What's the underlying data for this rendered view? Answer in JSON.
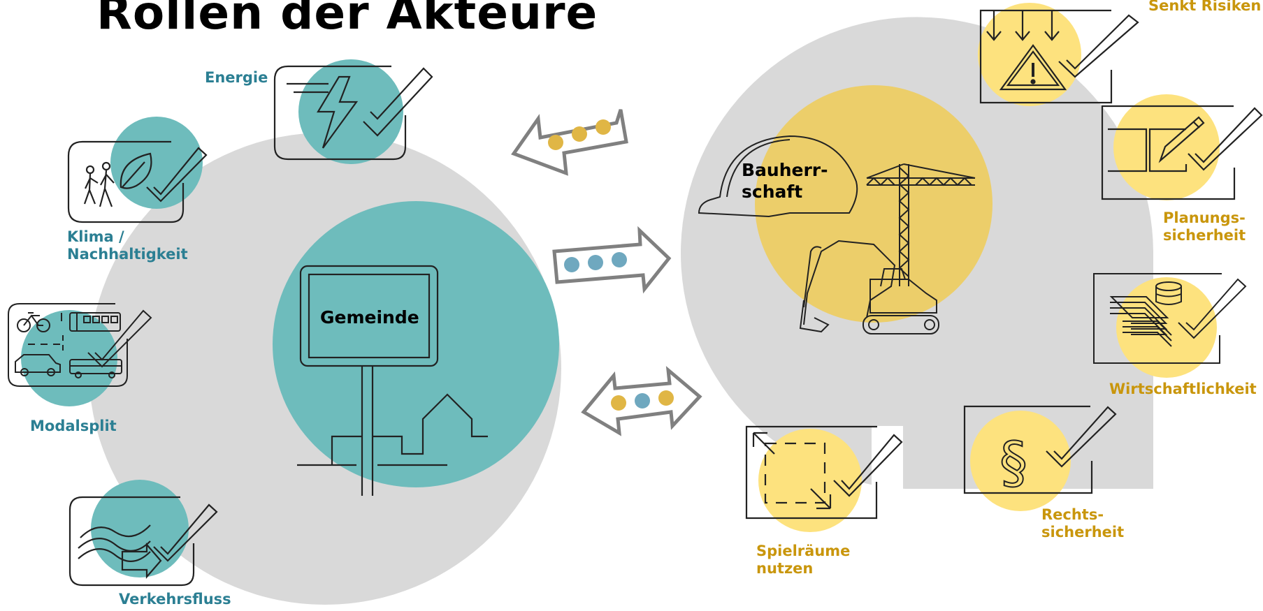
{
  "title": "Rollen der Akteure",
  "colors": {
    "teal_circle": "#6ebcbc",
    "teal_label": "#2b7f93",
    "gold_circle": "#ecce6a",
    "light_gold": "#fde27e",
    "gold_label": "#c9960c",
    "grey_circle": "#d9d9d9",
    "arrow_grey": "#808080",
    "dot_gold": "#e0b645",
    "dot_blue": "#6fa8bf"
  },
  "left": {
    "center_label": "Gemeinde",
    "goals": [
      {
        "label": "Energie",
        "icon": "lightning-icon"
      },
      {
        "label": "Klima / Nachhaltigkeit",
        "icon": "leaf-walkers-icon"
      },
      {
        "label": "Modalsplit",
        "icon": "transport-modes-icon"
      },
      {
        "label": "Verkehrsfluss",
        "icon": "traffic-flow-icon"
      }
    ]
  },
  "right": {
    "center_label": "Bauherr-schaft",
    "goals": [
      {
        "label": "Senkt Risiken",
        "icon": "warning-sign-icon"
      },
      {
        "label": "Planungs-sicherheit",
        "icon": "planning-pencil-icon"
      },
      {
        "label": "Wirtschaftlichkeit",
        "icon": "money-icon"
      },
      {
        "label": "Rechts-sicherheit",
        "icon": "paragraph-icon"
      },
      {
        "label": "Spielräume nutzen",
        "icon": "expand-frame-icon"
      }
    ]
  },
  "arrows": [
    {
      "direction": "left",
      "dots": [
        "gold",
        "gold",
        "gold"
      ]
    },
    {
      "direction": "right",
      "dots": [
        "blue",
        "blue",
        "blue"
      ]
    },
    {
      "direction": "both",
      "dots": [
        "gold",
        "blue",
        "gold"
      ]
    }
  ]
}
